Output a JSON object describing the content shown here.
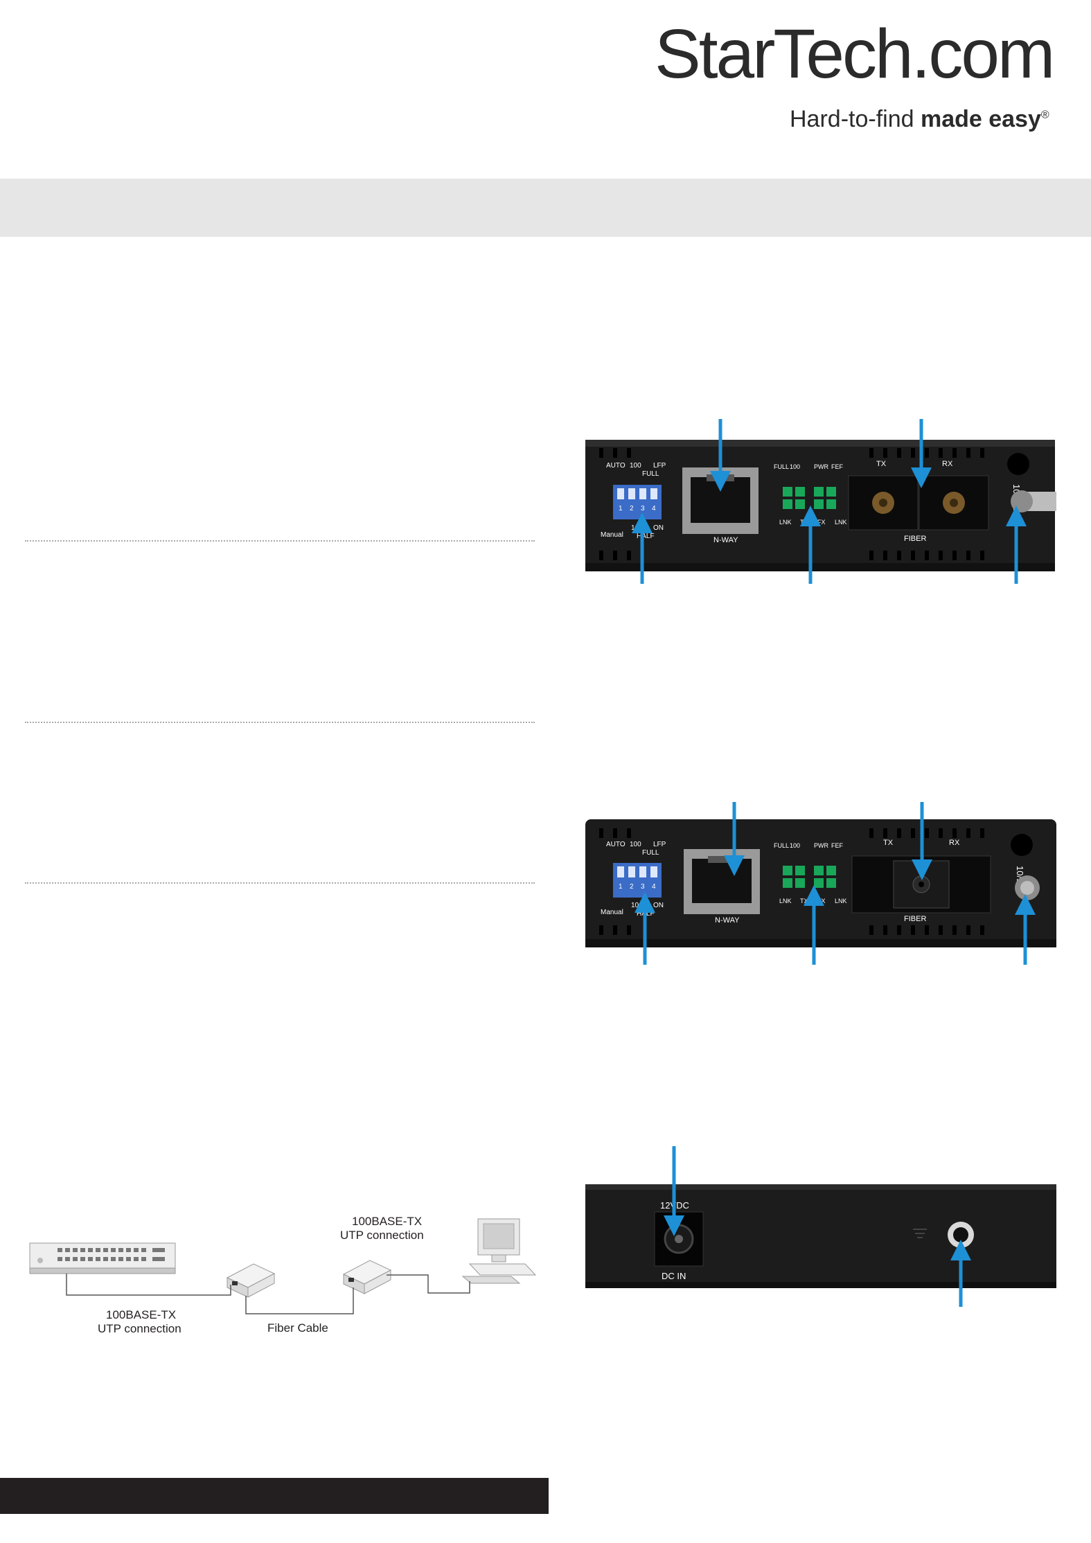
{
  "header": {
    "logo_text": "StarTech.com",
    "tagline_regular": "Hard-to-find",
    "tagline_bold": "made easy",
    "tagline_mark": "®"
  },
  "colors": {
    "arrow": "#1e90d6",
    "band": "#e6e6e7",
    "device": "#1c1c1c",
    "led": "#19a85a",
    "dip": "#3b6cc7"
  },
  "front_panel_1": {
    "dip_top_labels": [
      "AUTO",
      "100",
      "FULL",
      "LFP"
    ],
    "dip_numbers": [
      "1",
      "2",
      "3",
      "4"
    ],
    "dip_bottom_labels": [
      "Manual",
      "10",
      "HALF",
      "ON"
    ],
    "rj45_label": "N-WAY",
    "led_left": [
      "FULL",
      "100",
      "LNK"
    ],
    "led_right": [
      "FEF",
      "PWR",
      "TX",
      "FX",
      "LNK"
    ],
    "port_tx": "TX",
    "port_rx": "RX",
    "fiber_label": "FIBER",
    "speed_label": "10/100"
  },
  "front_panel_2": {
    "dip_top_labels": [
      "AUTO",
      "100",
      "FULL",
      "LFP"
    ],
    "dip_numbers": [
      "1",
      "2",
      "3",
      "4"
    ],
    "dip_bottom_labels": [
      "Manual",
      "10",
      "HALF",
      "ON"
    ],
    "rj45_label": "N-WAY",
    "led_left": [
      "FULL",
      "100",
      "LNK"
    ],
    "led_right": [
      "FEF",
      "PWR",
      "TX",
      "FX",
      "LNK"
    ],
    "port_tx": "TX",
    "port_rx": "RX",
    "fiber_label": "FIBER",
    "speed_label": "10/100"
  },
  "rear_panel": {
    "power_top_label": "12VDC",
    "power_bottom_label": "DC IN"
  },
  "diagram": {
    "label_top": "100BASE-TX",
    "label_top_2": "UTP connection",
    "label_left": "100BASE-TX",
    "label_left_2": "UTP connection",
    "label_fiber": "Fiber Cable"
  }
}
